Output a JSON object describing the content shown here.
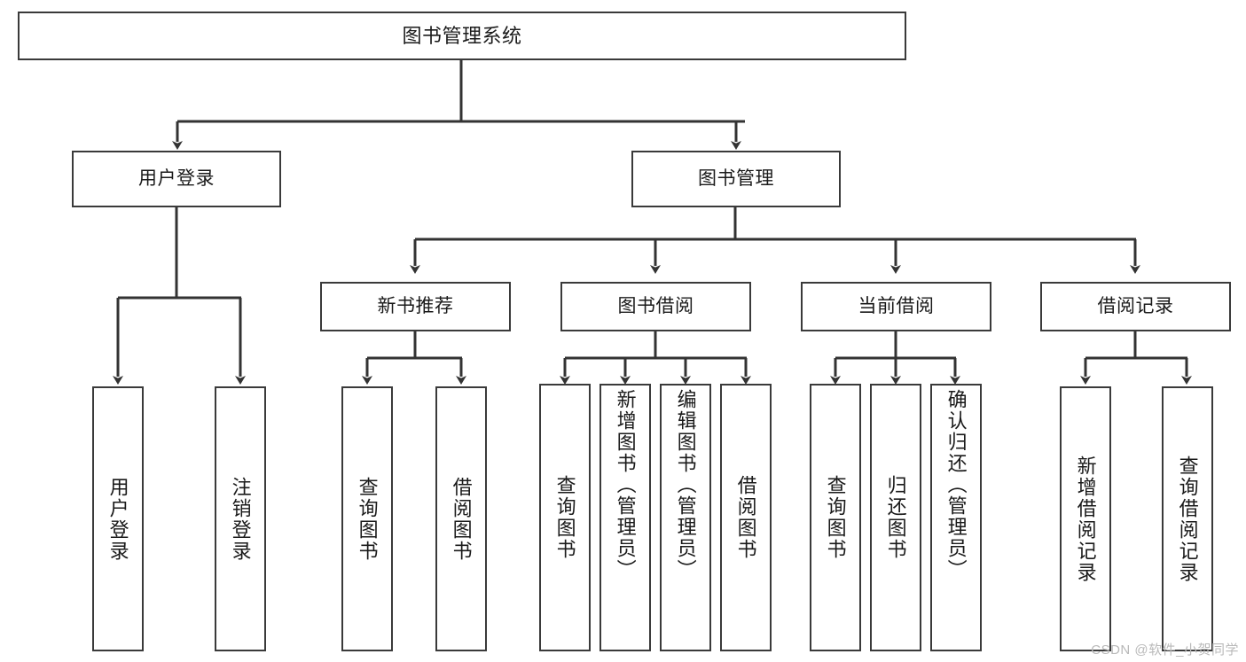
{
  "diagram": {
    "title": "图书管理系统",
    "type": "tree-hierarchy",
    "watermark": "CSDN @软件_小贺同学",
    "colors": {
      "box_border": "#3a3a3a",
      "box_fill": "#ffffff",
      "connector": "#333333",
      "text": "#1a1a1a",
      "watermark": "#b9b9b9",
      "background": "#ffffff"
    },
    "root": {
      "label": "图书管理系统"
    },
    "level2": [
      {
        "label": "用户登录"
      },
      {
        "label": "图书管理"
      }
    ],
    "level3": [
      {
        "label": "新书推荐"
      },
      {
        "label": "图书借阅"
      },
      {
        "label": "当前借阅"
      },
      {
        "label": "借阅记录"
      }
    ],
    "leaves": {
      "user_login": [
        {
          "label": "用户登录"
        },
        {
          "label": "注销登录"
        }
      ],
      "new_book_recommend": [
        {
          "label": "查询图书"
        },
        {
          "label": "借阅图书"
        }
      ],
      "book_borrow": [
        {
          "label": "查询图书"
        },
        {
          "label": "新增图书（管理员）"
        },
        {
          "label": "编辑图书（管理员）"
        },
        {
          "label": "借阅图书"
        }
      ],
      "current_borrow": [
        {
          "label": "查询图书"
        },
        {
          "label": "归还图书"
        },
        {
          "label": "确认归还（管理员）"
        }
      ],
      "borrow_record": [
        {
          "label": "新增借阅记录"
        },
        {
          "label": "查询借阅记录"
        }
      ]
    }
  }
}
